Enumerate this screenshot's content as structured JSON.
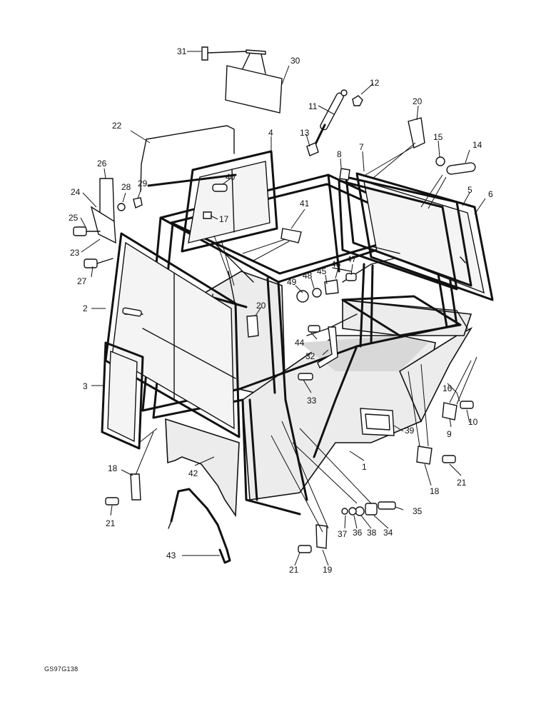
{
  "callouts": [
    "1",
    "2",
    "3",
    "4",
    "5",
    "6",
    "7",
    "8",
    "9",
    "10",
    "11",
    "12",
    "13",
    "14",
    "15",
    "16",
    "17",
    "18",
    "19",
    "20",
    "21",
    "22",
    "23",
    "24",
    "25",
    "26",
    "27",
    "28",
    "29",
    "30",
    "31",
    "32",
    "33",
    "34",
    "35",
    "36",
    "37",
    "38",
    "39",
    "40",
    "41",
    "42",
    "43",
    "44",
    "45",
    "46",
    "47",
    "48",
    "49"
  ],
  "drawing_code": "GS97G138"
}
